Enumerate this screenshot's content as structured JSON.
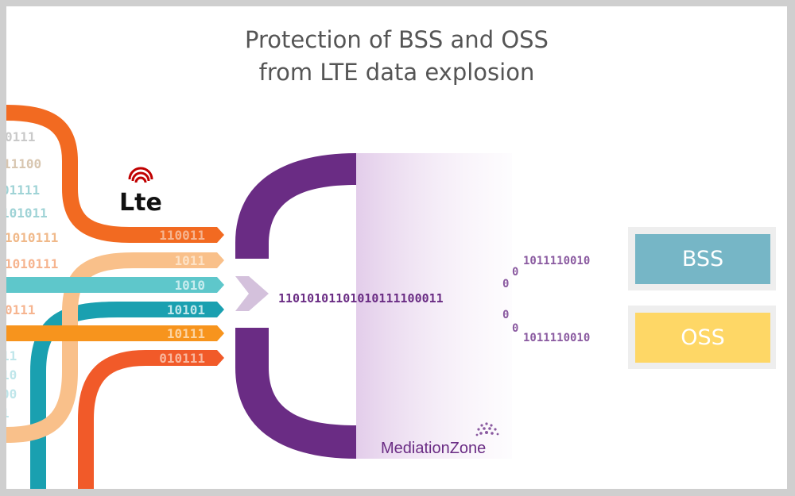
{
  "title": {
    "line1": "Protection of BSS and OSS",
    "line2": "from LTE data explosion"
  },
  "lte_logo": {
    "text": "Lte",
    "icon": "signal-waves-icon",
    "color": "#c00000"
  },
  "streams": [
    {
      "name": "orange",
      "bits": "110011",
      "color": "#f26a21",
      "bit_color": "#f6b48f"
    },
    {
      "name": "peach",
      "bits": "1011",
      "color": "#f9c08a",
      "bit_color": "#fde2c6"
    },
    {
      "name": "teal-light",
      "bits": "1010",
      "color": "#5ec7cb",
      "bit_color": "#c7ecee"
    },
    {
      "name": "teal-dark",
      "bits": "10101",
      "color": "#1aa0b0",
      "bit_color": "#bfe6ea"
    },
    {
      "name": "amber",
      "bits": "10111",
      "color": "#f7941d",
      "bit_color": "#fcd3a0"
    },
    {
      "name": "red-orange",
      "bits": "010111",
      "color": "#f15a29",
      "bit_color": "#f9b79e"
    }
  ],
  "left_bits": [
    "0111",
    "11100",
    "01111",
    "101011",
    "1010111",
    "1010111",
    "0111",
    "11",
    "10",
    "00",
    "1"
  ],
  "mediation": {
    "input_bits": "11010101101010111100011",
    "output_top": "1011110010",
    "output_bottom": "1011110010",
    "split_bits": [
      "0",
      "0",
      "0",
      "0"
    ],
    "brand": "MediationZone",
    "bracket_color": "#6a2c84",
    "bit_color": "#6a2c84"
  },
  "targets": {
    "bss": {
      "label": "BSS",
      "color": "#76b6c6"
    },
    "oss": {
      "label": "OSS",
      "color": "#fed766"
    }
  }
}
